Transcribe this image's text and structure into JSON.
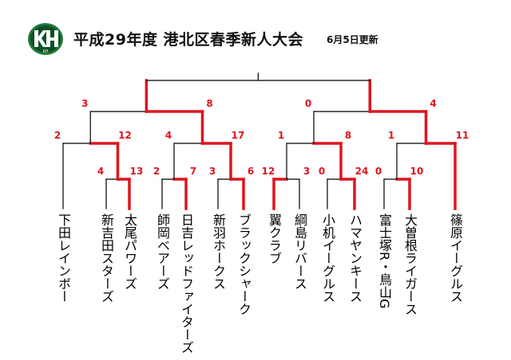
{
  "header": {
    "title": "平成29年度 港北区春季新人大会",
    "updated": "6月5日更新",
    "logo_text": "KH"
  },
  "colors": {
    "win": "#e0141e",
    "line": "#000000"
  },
  "teams": [
    "下田レインボー",
    "新吉田スターズ",
    "太尾パワーズ",
    "師岡ベアーズ",
    "日吉レッドファイターズ",
    "新羽ホークス",
    "ブラックシャーク",
    "翼クラブ",
    "綱島リバース",
    "小机イーグルス",
    "ハマヤンキース",
    "富士塚R・鳥山G",
    "大曽根ライガース",
    "篠原イーグルス"
  ],
  "scores": {
    "r1": [
      "4",
      "13",
      "2",
      "7",
      "3",
      "6",
      "12",
      "3",
      "0",
      "24",
      "0",
      "10"
    ],
    "r2": [
      "2",
      "12",
      "4",
      "17",
      "1",
      "8",
      "1",
      "11"
    ],
    "r3": [
      "3",
      "8",
      "0",
      "4"
    ]
  }
}
